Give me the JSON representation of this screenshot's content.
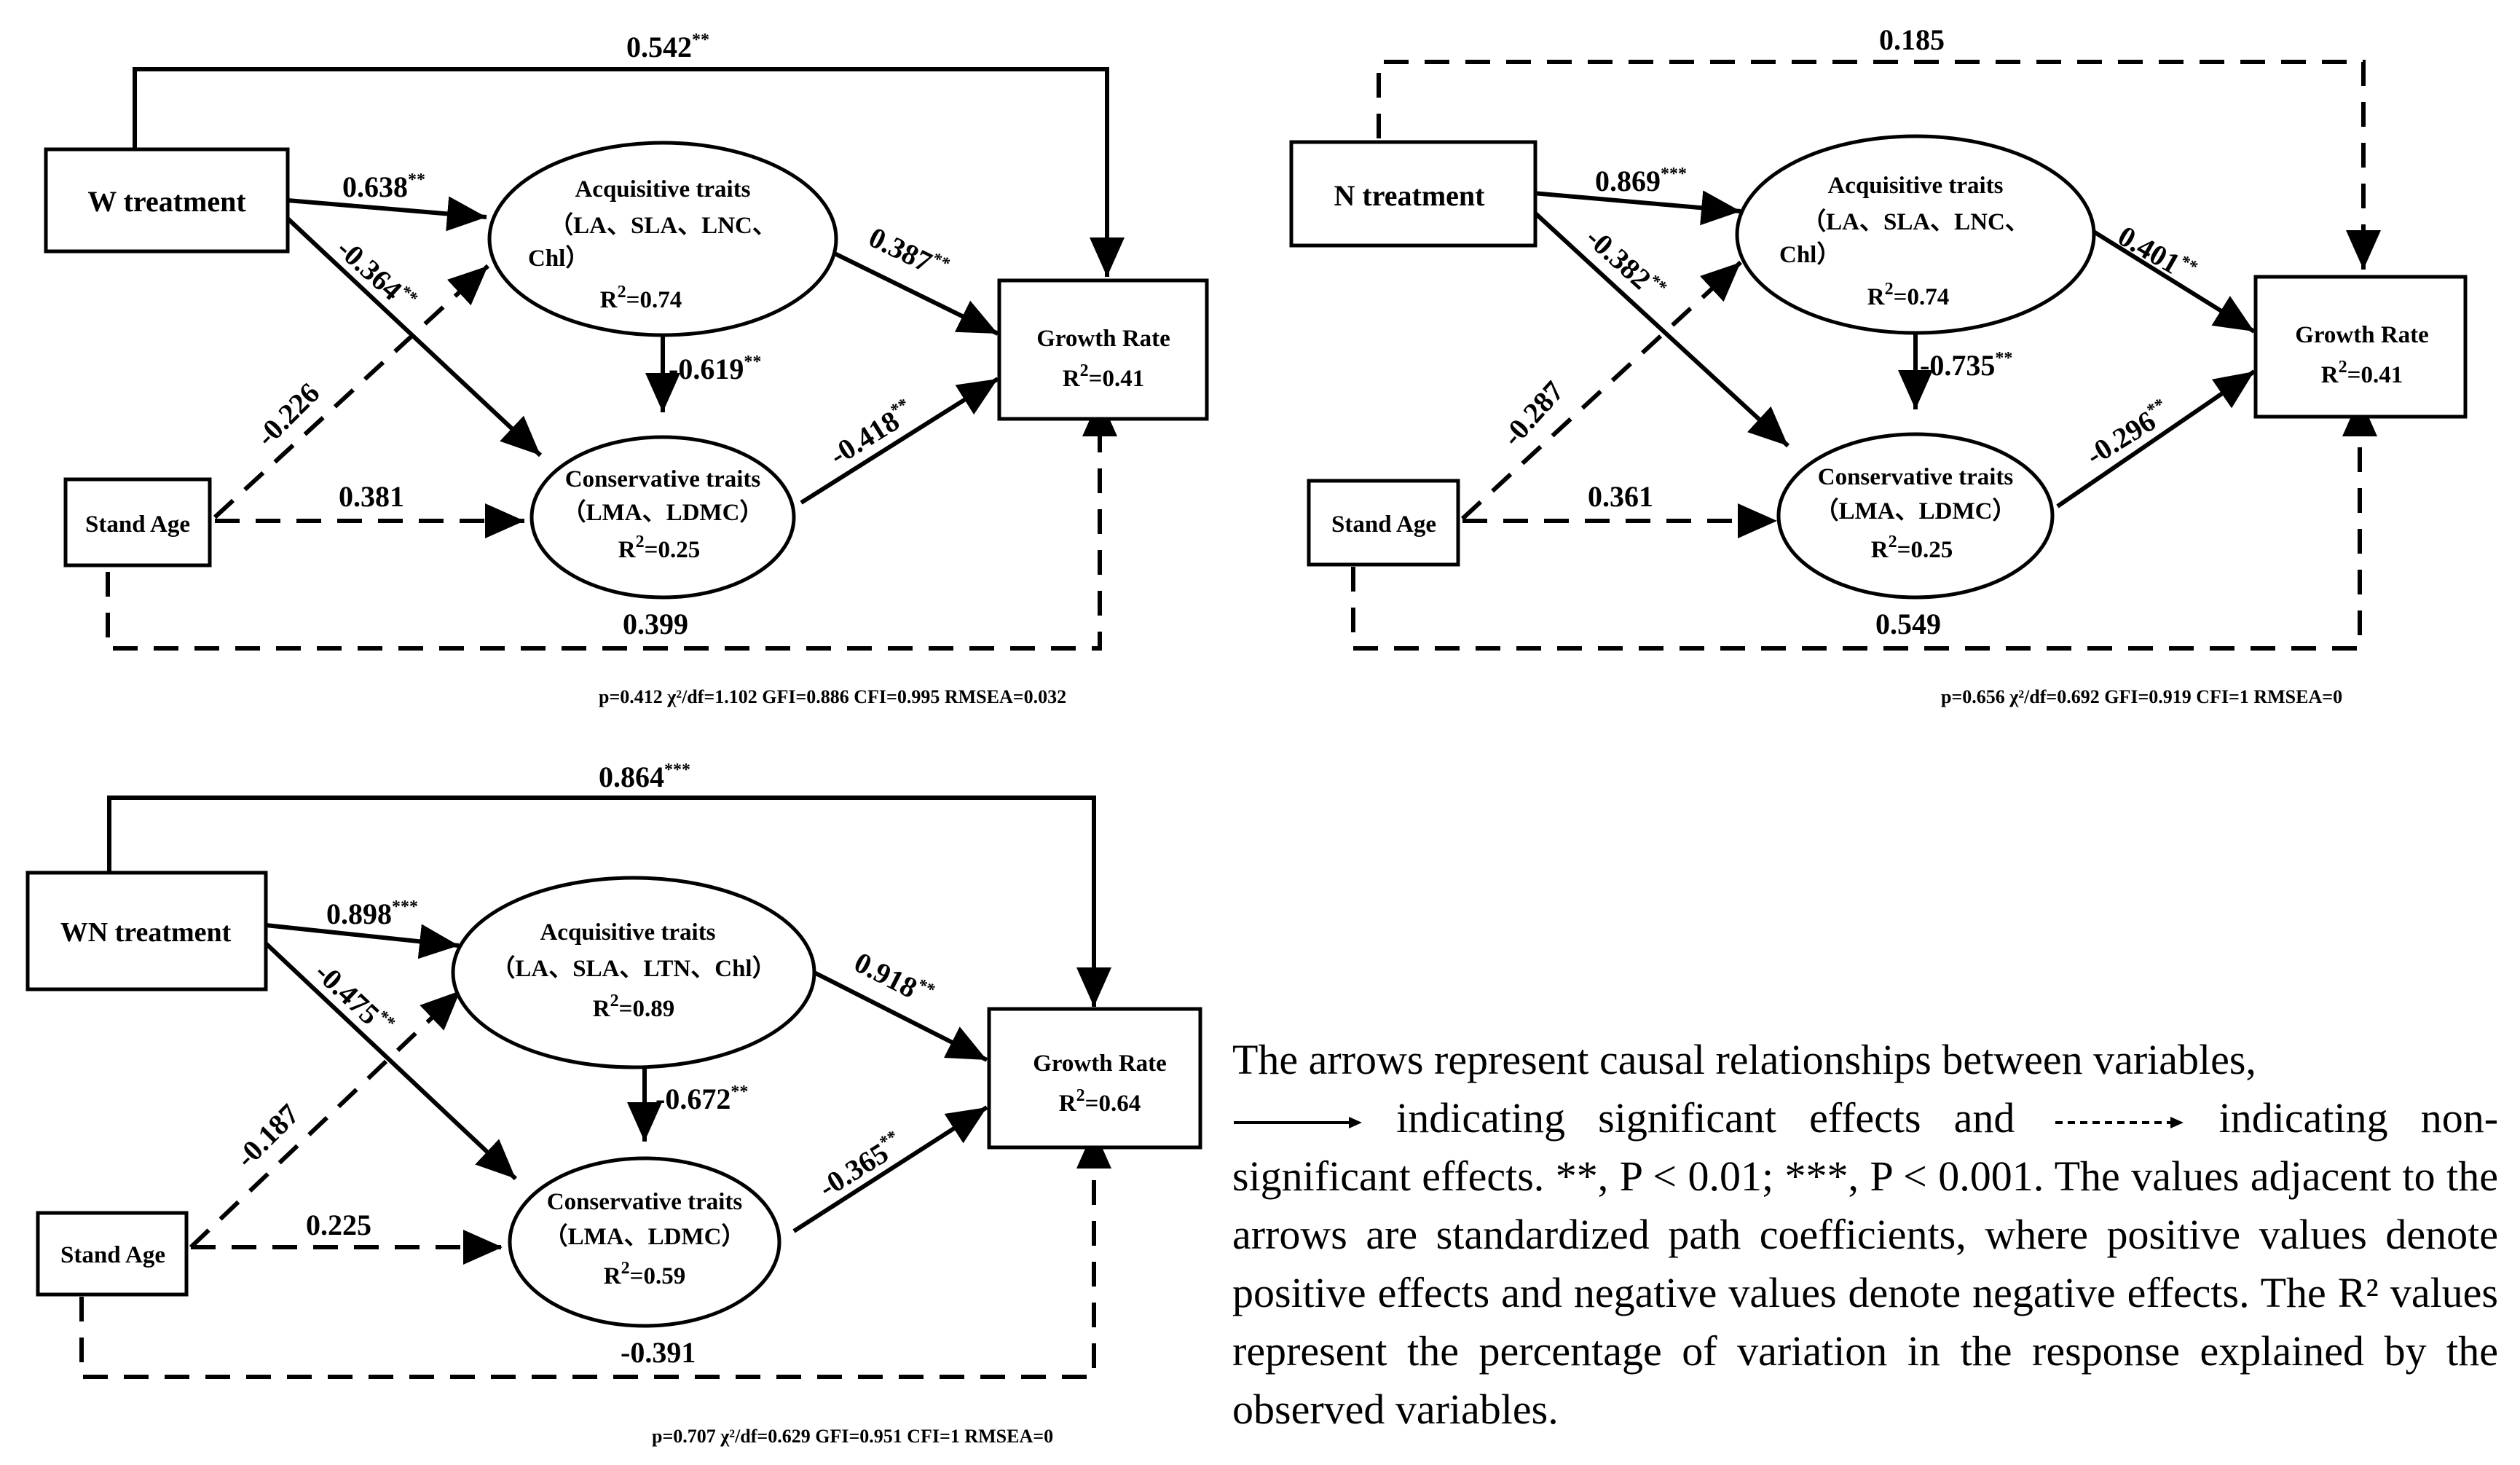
{
  "panels": [
    {
      "treatment": "W  treatment",
      "acq_title": "Acquisitive traits",
      "acq_line1": "（LA、SLA、LNC、",
      "acq_line2": "Chl）",
      "acq_r2": "=0.74",
      "cons_title": "Conservative traits",
      "cons_line": "（LMA、LDMC）",
      "cons_r2": "=0.25",
      "growth_title": "Growth Rate",
      "growth_r2": "=0.41",
      "stand_age": "Stand Age",
      "c_top": "0.542",
      "s_top": "**",
      "c_t_acq": "0.638",
      "s_t_acq": "**",
      "c_t_cons": "-0.364",
      "s_t_cons": "**",
      "c_acq_gr": "0.387",
      "s_acq_gr": "**",
      "c_acq_cons": "-0.619",
      "s_acq_cons": "**",
      "c_cons_gr": "-0.418",
      "s_cons_gr": "**",
      "c_sa_acq": "-0.226",
      "c_sa_cons": "0.381",
      "c_sa_gr": "0.399",
      "fit": "p=0.412  χ²/df=1.102  GFI=0.886  CFI=0.995  RMSEA=0.032"
    },
    {
      "treatment": "N  treatment",
      "acq_title": "Acquisitive traits",
      "acq_line1": "（LA、SLA、LNC、",
      "acq_line2": "Chl）",
      "acq_r2": "=0.74",
      "cons_title": "Conservative traits",
      "cons_line": "（LMA、LDMC）",
      "cons_r2": "=0.25",
      "growth_title": "Growth Rate",
      "growth_r2": "=0.41",
      "stand_age": "Stand Age",
      "c_top": "0.185",
      "s_top": "",
      "c_t_acq": "0.869",
      "s_t_acq": "***",
      "c_t_cons": "-0.382",
      "s_t_cons": "**",
      "c_acq_gr": "0.401",
      "s_acq_gr": "**",
      "c_acq_cons": "-0.735",
      "s_acq_cons": "**",
      "c_cons_gr": "-0.296",
      "s_cons_gr": "**",
      "c_sa_acq": "-0.287",
      "c_sa_cons": "0.361",
      "c_sa_gr": "0.549",
      "fit": "p=0.656  χ²/df=0.692  GFI=0.919  CFI=1 RMSEA=0"
    },
    {
      "treatment": "WN treatment",
      "acq_title": "Acquisitive traits",
      "acq_line1": "（LA、SLA、LTN、Chl）",
      "acq_line2": "",
      "acq_r2": "=0.89",
      "cons_title": "Conservative traits",
      "cons_line": "（LMA、LDMC）",
      "cons_r2": "=0.59",
      "growth_title": "Growth Rate",
      "growth_r2": "=0.64",
      "stand_age": "Stand Age",
      "c_top": "0.864",
      "s_top": "***",
      "c_t_acq": "0.898",
      "s_t_acq": "***",
      "c_t_cons": "-0.475",
      "s_t_cons": "**",
      "c_acq_gr": "0.918",
      "s_acq_gr": "**",
      "c_acq_cons": "-0.672",
      "s_acq_cons": "**",
      "c_cons_gr": "-0.365",
      "s_cons_gr": "**",
      "c_sa_acq": "-0.187",
      "c_sa_cons": "0.225",
      "c_sa_gr": "-0.391",
      "fit": "p=0.707  χ²/df=0.629  GFI=0.951  CFI=1  RMSEA=0"
    }
  ],
  "legend": {
    "line1": "The arrows represent causal relationships between variables,",
    "solid_label": "indicating significant effects and",
    "dashed_label": "indicating non-significant effects. **, P < 0.01; ***, P < 0.001. The values adjacent to the arrows are standardized path coefficients, where positive values denote positive effects and negative values denote negative effects. The R² values represent the percentage of variation in the response explained by the observed variables."
  },
  "r2_symbol": "R",
  "r2_sup": "2"
}
